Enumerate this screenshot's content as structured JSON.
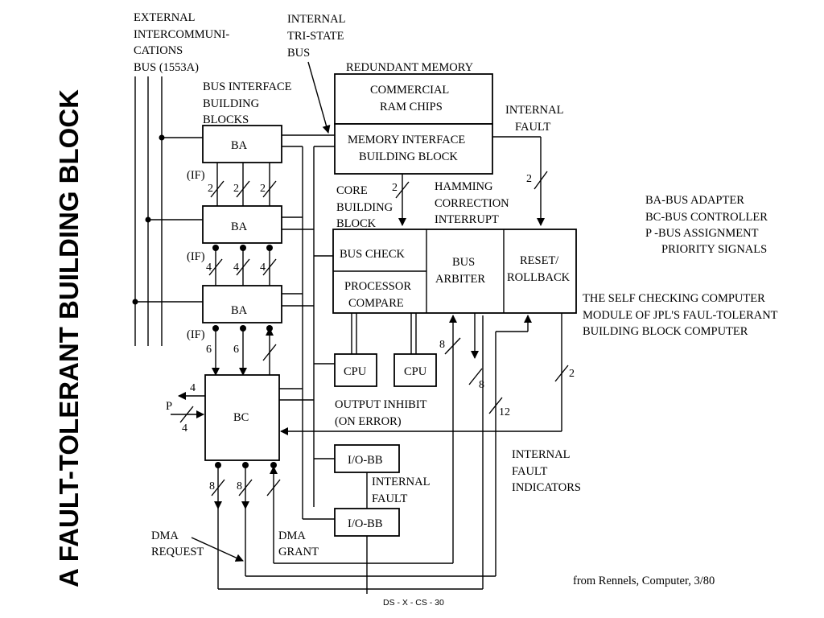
{
  "title": "A FAULT-TOLERANT BUILDING BLOCK",
  "labels": {
    "external_bus": [
      "EXTERNAL",
      "INTERCOMMUNI-",
      "CATIONS",
      "BUS (1553A)"
    ],
    "internal_bus": [
      "INTERNAL",
      "TRI-STATE",
      "BUS"
    ],
    "redundant_memory": "REDUNDANT MEMORY",
    "bus_interface": [
      "BUS INTERFACE",
      "BUILDING",
      "BLOCKS"
    ],
    "internal_fault_top": [
      "INTERNAL",
      "FAULT"
    ],
    "core_bb": [
      "CORE",
      "BUILDING",
      "BLOCK"
    ],
    "hamming": [
      "HAMMING",
      "CORRECTION",
      "INTERRUPT"
    ],
    "output_inhibit": [
      "OUTPUT INHIBIT",
      "(ON ERROR)"
    ],
    "internal_fault_io": [
      "INTERNAL",
      "FAULT"
    ],
    "internal_fault_indicators": [
      "INTERNAL",
      "FAULT",
      "INDICATORS"
    ],
    "dma_request": [
      "DMA",
      "REQUEST"
    ],
    "dma_grant": [
      "DMA",
      "GRANT"
    ],
    "if": "(IF)",
    "p": "P"
  },
  "boxes": {
    "commercial_ram": [
      "COMMERCIAL",
      "RAM CHIPS"
    ],
    "memory_interface": [
      "MEMORY INTERFACE",
      "BUILDING BLOCK"
    ],
    "ba": "BA",
    "bc": "BC",
    "bus_check": "BUS CHECK",
    "processor_compare": [
      "PROCESSOR",
      "COMPARE"
    ],
    "bus_arbiter": [
      "BUS",
      "ARBITER"
    ],
    "reset_rollback": [
      "RESET/",
      "ROLLBACK"
    ],
    "cpu": "CPU",
    "io_bb": "I/O-BB"
  },
  "legend": [
    "BA-BUS ADAPTER",
    "BC-BUS CONTROLLER",
    "P  -BUS ASSIGNMENT",
    "PRIORITY SIGNALS"
  ],
  "caption": [
    "THE SELF CHECKING COMPUTER",
    "MODULE OF JPL'S FAUL-TOLERANT",
    "BUILDING BLOCK COMPUTER"
  ],
  "bus_widths": {
    "ba1_ba2": [
      "2",
      "2",
      "2"
    ],
    "ba2_ba3": [
      "4",
      "4",
      "4"
    ],
    "ba3_bc": [
      "6",
      "6"
    ],
    "bc_bottom": [
      "8",
      "8"
    ],
    "p_out": "4",
    "p_in": "4",
    "mem_core": "2",
    "fault_reset": "2",
    "arb_in": "8",
    "arb_out": "8",
    "indicators": "12",
    "reset_bc": "2"
  },
  "source": "from Rennels, Computer, 3/80",
  "footer": "DS - X - CS - 30"
}
